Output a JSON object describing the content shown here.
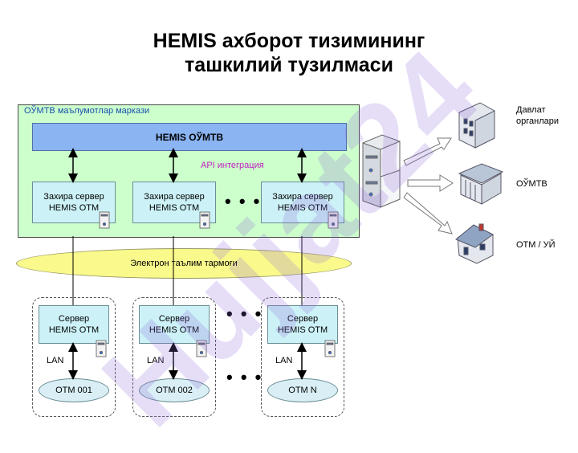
{
  "title": {
    "line1": "HEMIS ахборот тизимининг",
    "line2": "ташкилий тузилмаси"
  },
  "data_center": {
    "label": "ОЎМТВ маълумотлар маркази",
    "main_bar": "HEMIS ОЎМТВ",
    "api_label": "API интеграция",
    "backup_servers": [
      {
        "line1": "Захира сервер",
        "line2": "HEMIS OTM"
      },
      {
        "line1": "Захира сервер",
        "line2": "HEMIS OTM"
      },
      {
        "line1": "Захира сервер",
        "line2": "HEMIS OTM"
      }
    ]
  },
  "network": {
    "label": "Электрон таълим тармоғи"
  },
  "nodes": [
    {
      "server_line1": "Сервер",
      "server_line2": "HEMIS OTM",
      "lan": "LAN",
      "otm": "ОТМ 001"
    },
    {
      "server_line1": "Сервер",
      "server_line2": "HEMIS OTM",
      "lan": "LAN",
      "otm": "ОТМ 002"
    },
    {
      "server_line1": "Сервер",
      "server_line2": "HEMIS OTM",
      "lan": "LAN",
      "otm": "ОТМ N"
    }
  ],
  "targets": [
    {
      "line1": "Давлат",
      "line2": "органлари"
    },
    {
      "line1": "ОЎМТВ",
      "line2": ""
    },
    {
      "line1": "ОТМ / УЙ",
      "line2": ""
    }
  ],
  "ellipsis": "• • •",
  "watermark": "Hujjat24",
  "colors": {
    "data_center_bg": "#ccffcc",
    "main_bar": "#8ab4f2",
    "box": "#ccf2f7",
    "network": "#fafa8c",
    "api_label": "#c11fc1",
    "label_blue": "#1a4fb0"
  }
}
